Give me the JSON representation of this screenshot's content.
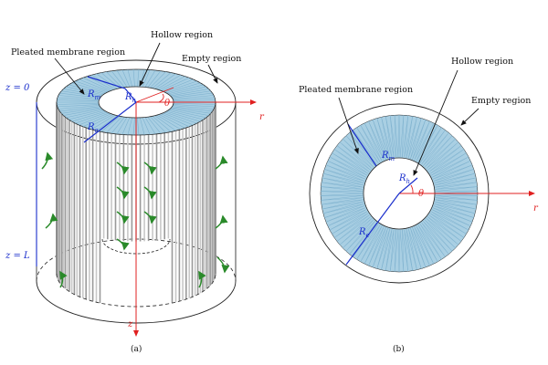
{
  "panel_a": {
    "labels": {
      "pleated": "Pleated membrane region",
      "hollow": "Hollow region",
      "empty": "Empty region"
    },
    "symbols": {
      "z_top": "z = 0",
      "z_bottom": "z = L",
      "r": "r",
      "z": "z",
      "theta": "θ",
      "rm": "R",
      "rm_sub": "m",
      "rh": "R",
      "rh_sub": "h",
      "re": "R",
      "re_sub": "e"
    },
    "caption": "(a)"
  },
  "panel_b": {
    "labels": {
      "pleated": "Pleated membrane region",
      "hollow": "Hollow region",
      "empty": "Empty region"
    },
    "symbols": {
      "r": "r",
      "theta": "θ",
      "rm": "R",
      "rm_sub": "m",
      "rh": "R",
      "rh_sub": "h",
      "re": "R",
      "re_sub": "e"
    },
    "caption": "(b)"
  },
  "colors": {
    "membrane": "#a9cfe3",
    "membrane_line": "#7fb2cf",
    "axis_red": "#e02020",
    "radius_blue": "#1a2ecc",
    "flow_green": "#2a8a2a",
    "outline": "#222222"
  }
}
